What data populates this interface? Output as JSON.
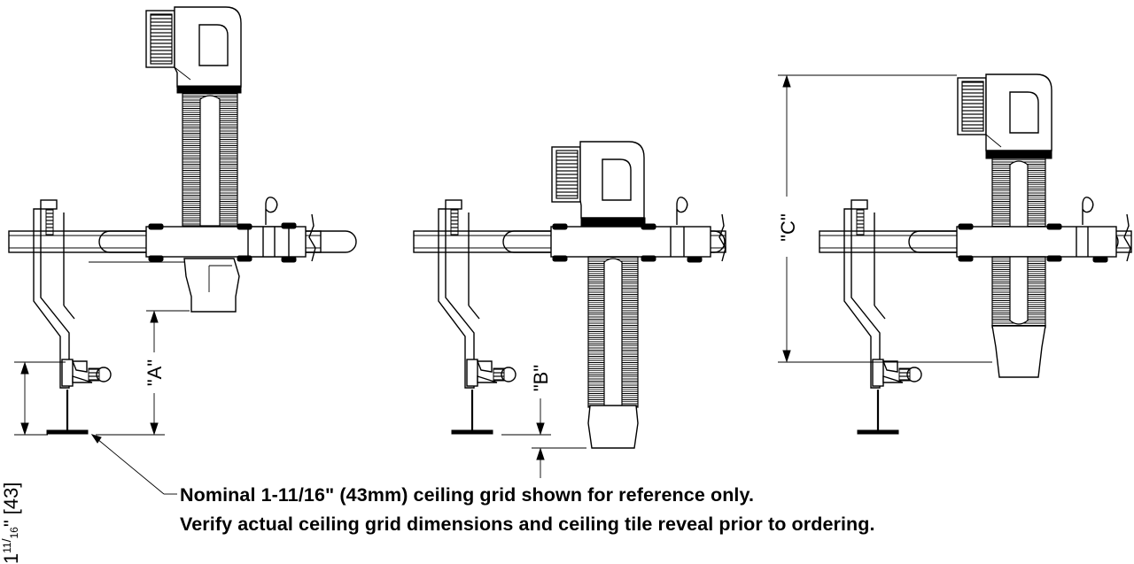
{
  "dimensions": {
    "a_label": "\"A\"",
    "b_label": "\"B\"",
    "c_label": "\"C\"",
    "grid_label_whole": "1",
    "grid_label_frac_num": "11",
    "grid_label_frac_den": "16",
    "grid_label_quote": "\"",
    "grid_label_metric": "[43]"
  },
  "notes": {
    "line1": "Nominal 1-11/16\" (43mm) ceiling grid shown for reference only.",
    "line2": "Verify actual ceiling grid dimensions and ceiling tile reveal prior to ordering."
  }
}
